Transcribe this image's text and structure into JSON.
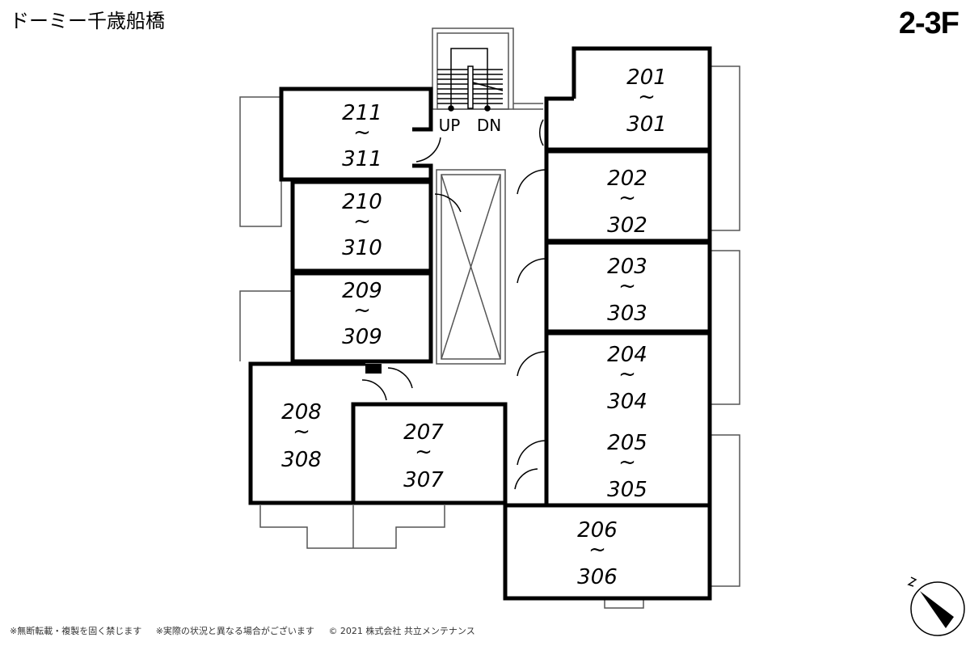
{
  "title": "ドーミー千歳船橋",
  "floor": "2-3F",
  "stairs": {
    "up": "UP",
    "down": "DN"
  },
  "rooms": [
    {
      "top": "211",
      "sep": "~",
      "bottom": "311"
    },
    {
      "top": "210",
      "sep": "~",
      "bottom": "310"
    },
    {
      "top": "209",
      "sep": "~",
      "bottom": "309"
    },
    {
      "top": "208",
      "sep": "~",
      "bottom": "308"
    },
    {
      "top": "207",
      "sep": "~",
      "bottom": "307"
    },
    {
      "top": "201",
      "sep": "~",
      "bottom": "301"
    },
    {
      "top": "202",
      "sep": "~",
      "bottom": "302"
    },
    {
      "top": "203",
      "sep": "~",
      "bottom": "303"
    },
    {
      "top": "204",
      "sep": "~",
      "bottom": "304"
    },
    {
      "top": "205",
      "sep": "~",
      "bottom": "305"
    },
    {
      "top": "206",
      "sep": "~",
      "bottom": "306"
    }
  ],
  "footer": [
    "※無断転載・複製を固く禁じます",
    "※実際の状況と異なる場合がございます",
    "© 2021 株式会社 共立メンテナンス"
  ]
}
